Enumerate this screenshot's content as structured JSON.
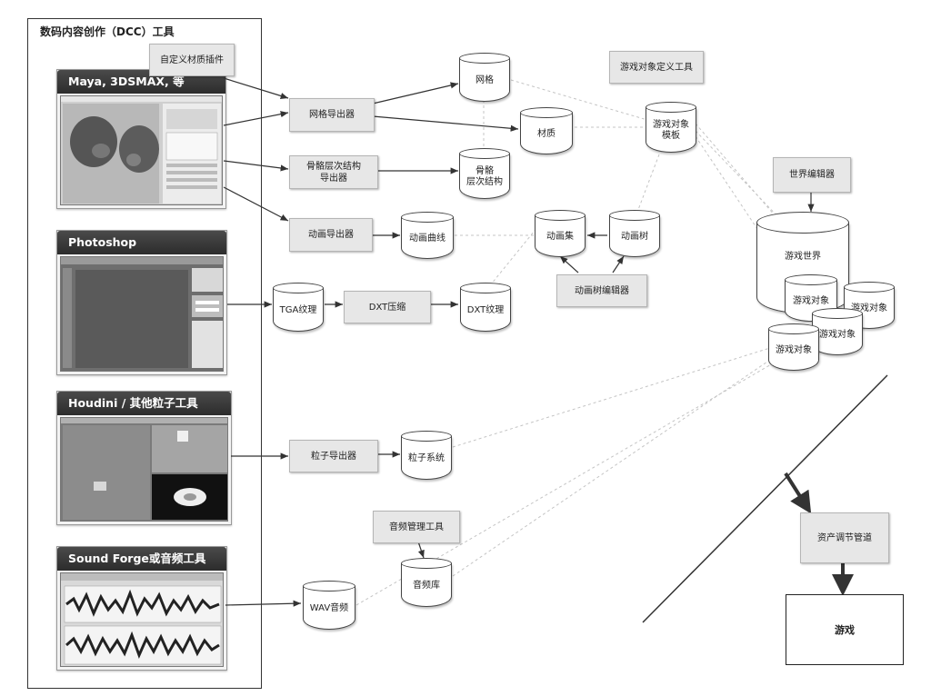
{
  "dcc_title": "数码内容创作（DCC）工具",
  "plugin_box": "自定义材质插件",
  "tools": {
    "maya": "Maya, 3DSMAX, 等",
    "photoshop": "Photoshop",
    "houdini": "Houdini / 其他粒子工具",
    "soundforge": "Sound Forge或音频工具"
  },
  "boxes": {
    "mesh_exporter": "网格导出器",
    "skeleton_exporter_l1": "骨骼层次结构",
    "skeleton_exporter_l2": "导出器",
    "anim_exporter": "动画导出器",
    "dxt_compress": "DXT压缩",
    "particle_exporter": "粒子导出器",
    "audio_manager": "音频管理工具",
    "game_object_def": "游戏对象定义工具",
    "anim_tree_editor": "动画树编辑器",
    "world_editor": "世界编辑器",
    "asset_pipeline": "资产调节管道",
    "game": "游戏"
  },
  "cylinders": {
    "mesh": "网格",
    "material": "材质",
    "skeleton_l1": "骨骼",
    "skeleton_l2": "层次结构",
    "anim_curve": "动画曲线",
    "tga": "TGA纹理",
    "dxt": "DXT纹理",
    "anim_set": "动画集",
    "anim_tree": "动画树",
    "game_object_template_l1": "游戏对象",
    "game_object_template_l2": "模板",
    "particle_system": "粒子系统",
    "audio_lib": "音频库",
    "wav": "WAV音频",
    "game_world": "游戏世界",
    "game_object": "游戏对象"
  },
  "colors": {
    "box_fill": "#e7e7e7",
    "panel_title": "#333333",
    "line": "#333333",
    "dashed_line": "#bdbdbd"
  }
}
